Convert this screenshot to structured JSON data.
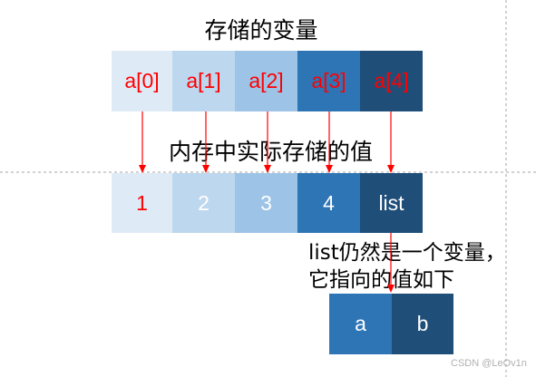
{
  "title_top": "存储的变量",
  "title_middle": "内存中实际存储的值",
  "variables": [
    {
      "label": "a[0]",
      "fill": "#deebf7",
      "text_color": "#ff0000"
    },
    {
      "label": "a[1]",
      "fill": "#bdd7ee",
      "text_color": "#ff0000"
    },
    {
      "label": "a[2]",
      "fill": "#9dc3e6",
      "text_color": "#ff0000"
    },
    {
      "label": "a[3]",
      "fill": "#2e75b6",
      "text_color": "#ff0000"
    },
    {
      "label": "a[4]",
      "fill": "#1f4e79",
      "text_color": "#ff0000"
    }
  ],
  "stored_values": [
    {
      "label": "1",
      "fill": "#deebf7",
      "text_color": "#ff0000"
    },
    {
      "label": "2",
      "fill": "#bdd7ee",
      "text_color": "#ffffff"
    },
    {
      "label": "3",
      "fill": "#9dc3e6",
      "text_color": "#ffffff"
    },
    {
      "label": "4",
      "fill": "#2e75b6",
      "text_color": "#ffffff"
    },
    {
      "label": "list",
      "fill": "#1f4e79",
      "text_color": "#ffffff"
    }
  ],
  "note": {
    "line1": "list仍然是一个变量，",
    "line2": "它指向的值如下"
  },
  "list_items": [
    {
      "label": "a",
      "fill": "#2e75b6",
      "text_color": "#ffffff"
    },
    {
      "label": "b",
      "fill": "#1f4e79",
      "text_color": "#ffffff"
    }
  ],
  "colors": {
    "arrow": "#ff0000",
    "guide": "#a6a6a6"
  },
  "watermark": "CSDN @LeOv1n"
}
